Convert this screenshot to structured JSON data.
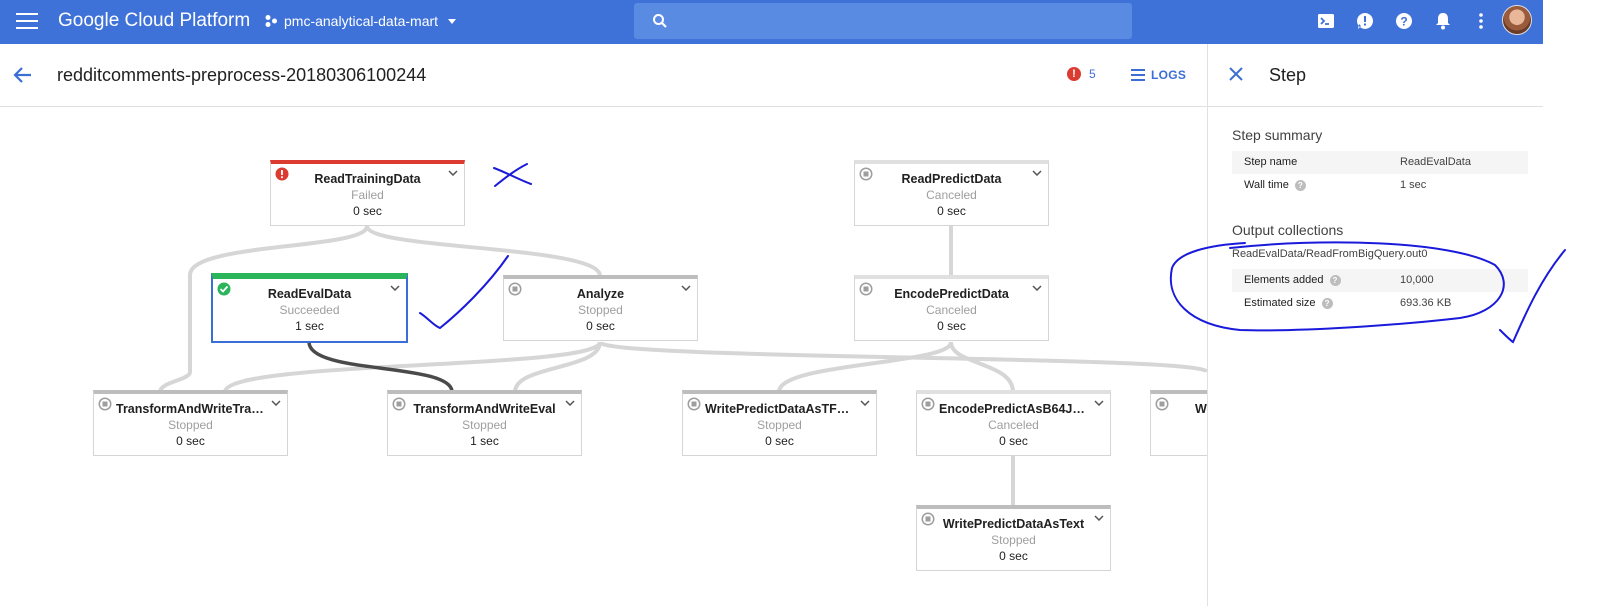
{
  "topbar": {
    "brand": "Google Cloud Platform",
    "project": "pmc-analytical-data-mart",
    "icons": [
      "menu-icon",
      "search-icon",
      "cloud-shell-icon",
      "feedback-icon",
      "help-icon",
      "notifications-icon",
      "more-vert-icon",
      "avatar"
    ]
  },
  "header": {
    "job_name": "redditcomments-preprocess-20180306100244",
    "error_count": "5",
    "logs_label": "LOGS"
  },
  "nodes": [
    {
      "id": "read-training-data",
      "name": "ReadTrainingData",
      "status": "Failed",
      "time": "0 sec"
    },
    {
      "id": "read-eval-data",
      "name": "ReadEvalData",
      "status": "Succeeded",
      "time": "1 sec"
    },
    {
      "id": "analyze",
      "name": "Analyze",
      "status": "Stopped",
      "time": "0 sec"
    },
    {
      "id": "read-predict-data",
      "name": "ReadPredictData",
      "status": "Canceled",
      "time": "0 sec"
    },
    {
      "id": "encode-predict-data",
      "name": "EncodePredictData",
      "status": "Canceled",
      "time": "0 sec"
    },
    {
      "id": "transform-and-write-train",
      "name": "TransformAndWriteTrai...",
      "status": "Stopped",
      "time": "0 sec"
    },
    {
      "id": "transform-and-write-eval",
      "name": "TransformAndWriteEval",
      "status": "Stopped",
      "time": "1 sec"
    },
    {
      "id": "write-predict-data-as-tfr",
      "name": "WritePredictDataAsTFR...",
      "status": "Stopped",
      "time": "0 sec"
    },
    {
      "id": "encode-predict-as-b64",
      "name": "EncodePredictAsB64Js...",
      "status": "Canceled",
      "time": "0 sec"
    },
    {
      "id": "write-predict-data-as-text",
      "name": "WritePredictDataAsText",
      "status": "Stopped",
      "time": "0 sec"
    },
    {
      "id": "partial-node",
      "name": "Wr",
      "status": "",
      "time": ""
    }
  ],
  "panel": {
    "title": "Step",
    "summary_title": "Step summary",
    "step_name_label": "Step name",
    "step_name_value": "ReadEvalData",
    "wall_time_label": "Wall time",
    "wall_time_value": "1 sec",
    "output_title": "Output collections",
    "collection_name": "ReadEvalData/ReadFromBigQuery.out0",
    "elements_added_label": "Elements added",
    "elements_added_value": "10,000",
    "estimated_size_label": "Estimated size",
    "estimated_size_value": "693.36 KB"
  },
  "colors": {
    "topbar": "#3f72d9",
    "accent": "#3b6fd6",
    "failed": "#db3b31",
    "succeeded": "#2bb55a",
    "ink": "#1a1adb"
  }
}
